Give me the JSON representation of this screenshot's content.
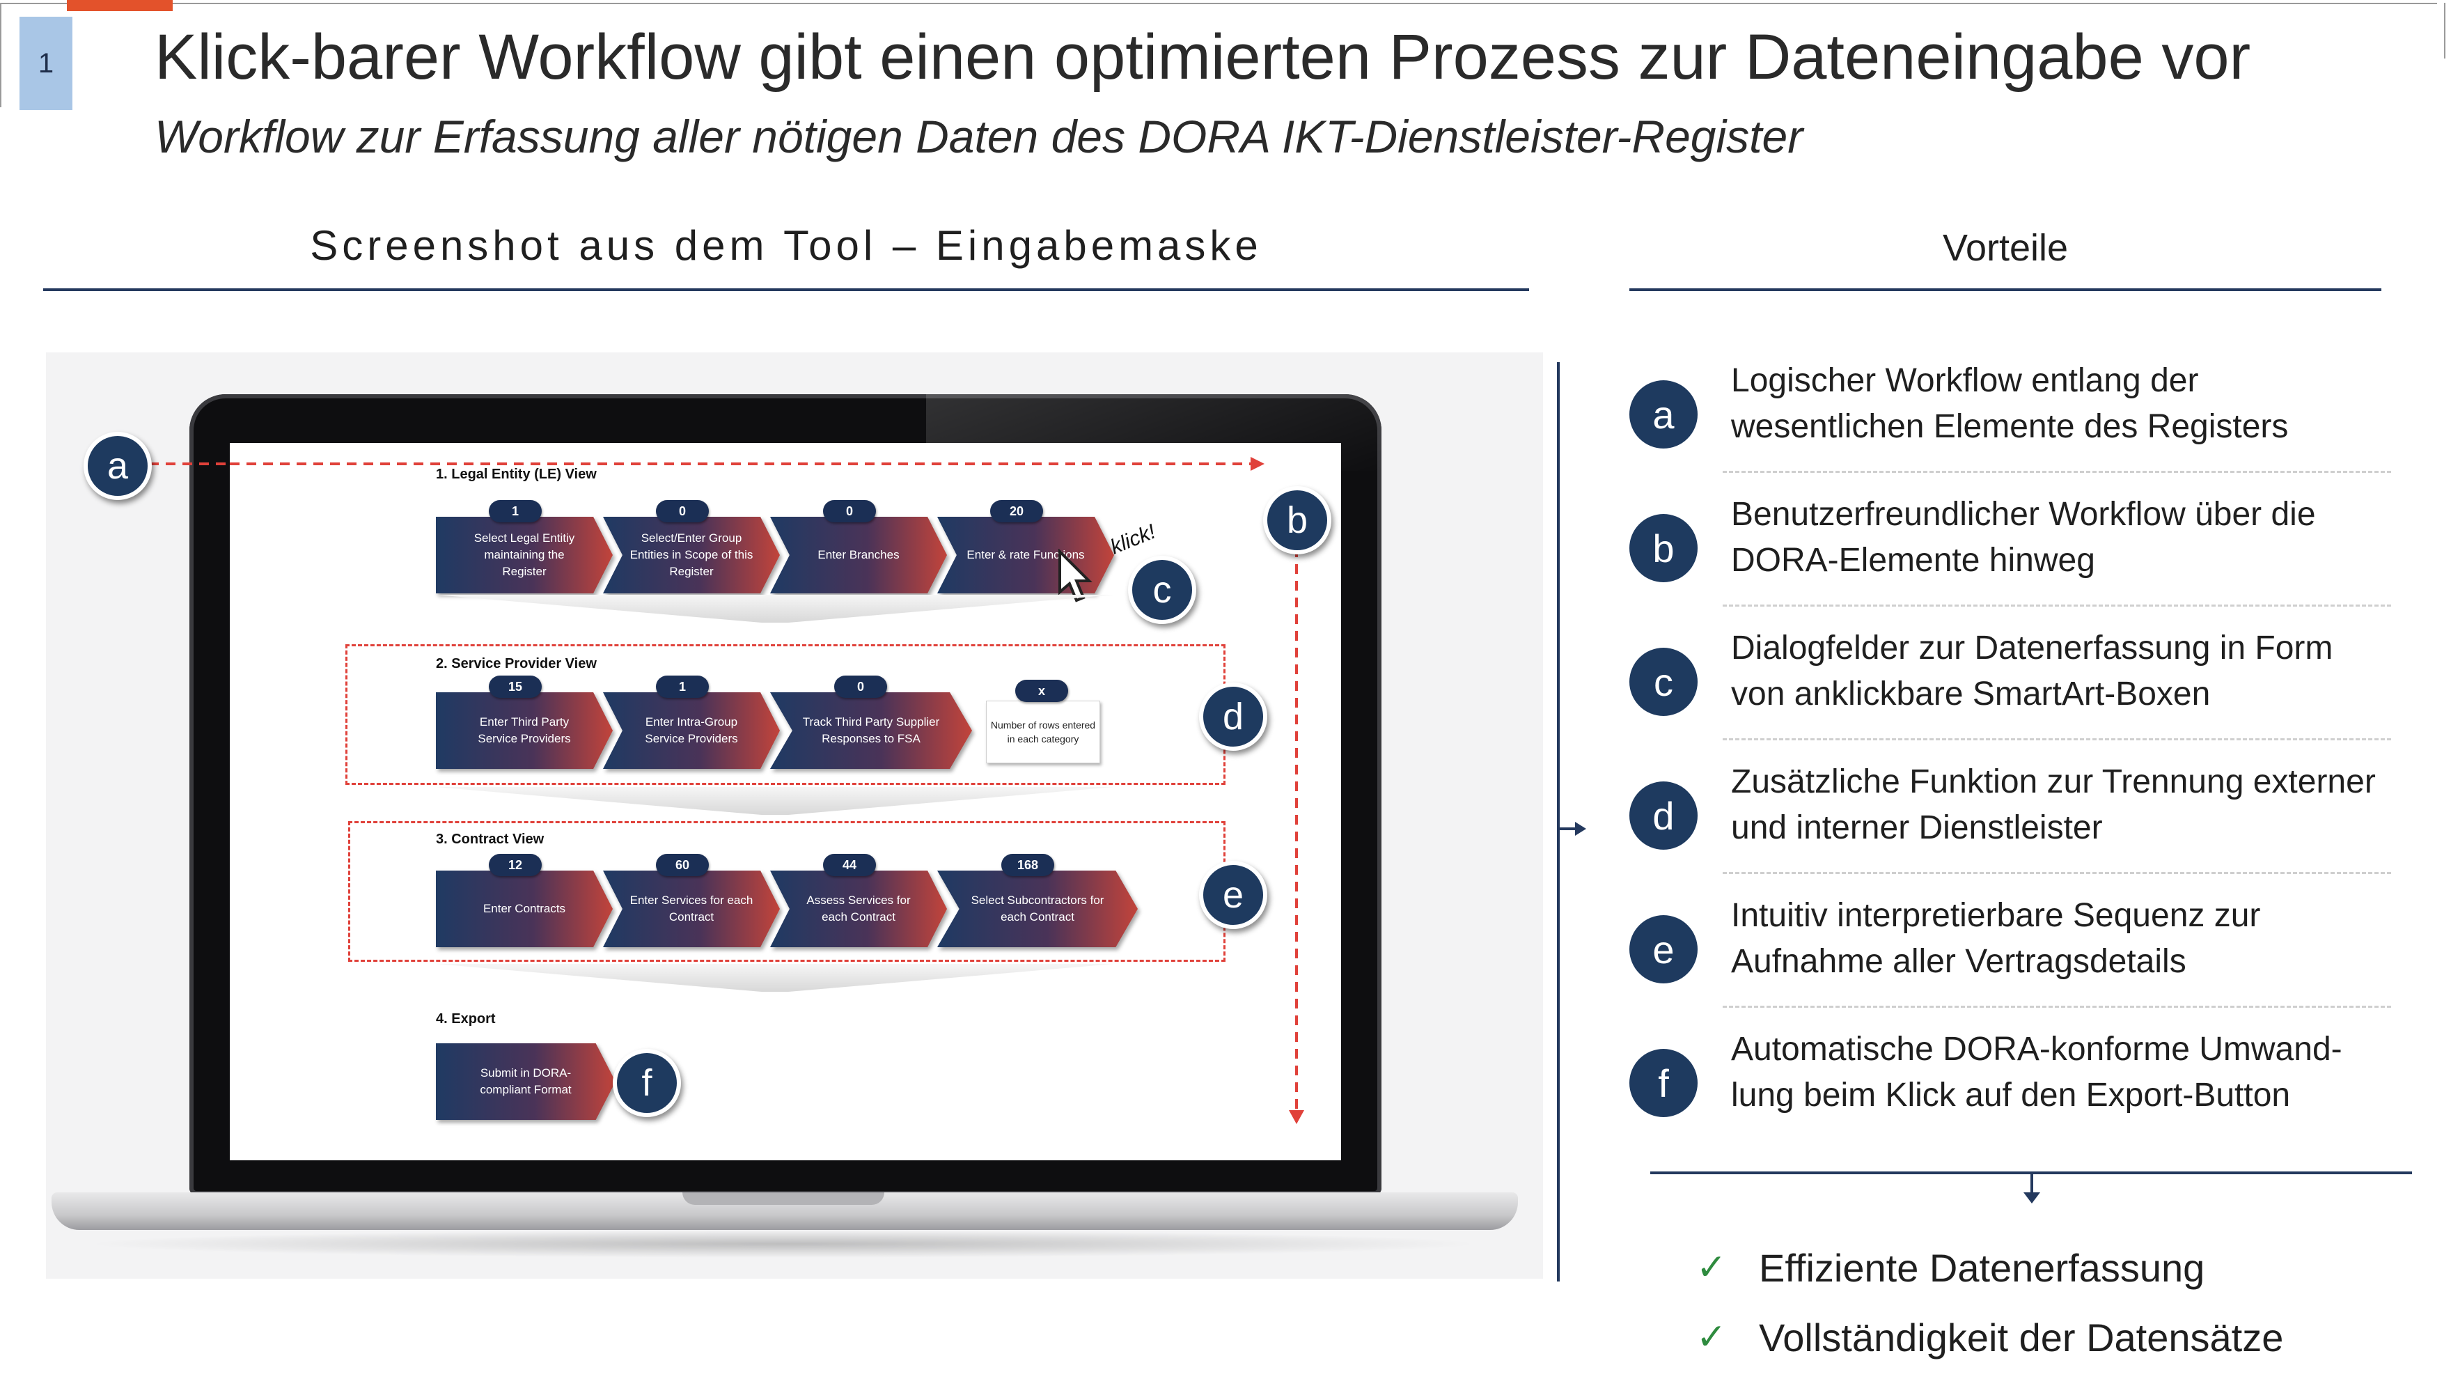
{
  "slide": {
    "page_number": "1",
    "title": "Klick-barer Workflow gibt einen optimierten Prozess zur Dateneingabe vor",
    "subtitle": "Workflow zur Erfassung aller nötigen Daten des DORA IKT-Dienstleister-Register",
    "left_heading": "Screenshot aus dem Tool – Eingabemaske",
    "right_heading": "Vorteile",
    "accent_color": "#e3522b",
    "navy_color": "#1e3a5f"
  },
  "tool": {
    "sections": [
      {
        "label": "1. Legal Entity (LE) View",
        "steps": [
          {
            "count": "1",
            "label": "Select Legal Entitiy maintaining the Register"
          },
          {
            "count": "0",
            "label": "Select/Enter Group Entities in Scope of this Register"
          },
          {
            "count": "0",
            "label": "Enter Branches"
          },
          {
            "count": "20",
            "label": "Enter & rate Functions"
          }
        ]
      },
      {
        "label": "2. Service Provider View",
        "steps": [
          {
            "count": "15",
            "label": "Enter Third Party Service Providers"
          },
          {
            "count": "1",
            "label": "Enter Intra-Group Service Providers"
          },
          {
            "count": "0",
            "label": "Track Third Party Supplier Responses to FSA"
          }
        ],
        "legend": {
          "count": "x",
          "label": "Number of rows entered in each category"
        }
      },
      {
        "label": "3. Contract View",
        "steps": [
          {
            "count": "12",
            "label": "Enter Contracts"
          },
          {
            "count": "60",
            "label": "Enter Services for each Contract"
          },
          {
            "count": "44",
            "label": "Assess Services for each Contract"
          },
          {
            "count": "168",
            "label": "Select Subcontractors for each Contract"
          }
        ]
      },
      {
        "label": "4. Export",
        "steps": [
          {
            "label": "Submit in DORA-compliant Format"
          }
        ]
      }
    ],
    "click_label": "klick!",
    "markers": {
      "a": "a",
      "b": "b",
      "c": "c",
      "d": "d",
      "e": "e",
      "f": "f"
    }
  },
  "advantages": [
    {
      "letter": "a",
      "text": "Logischer Workflow entlang der wesentlichen Elemente des Registers"
    },
    {
      "letter": "b",
      "text": "Benutzerfreundlicher Workflow über die DORA-Elemente hinweg"
    },
    {
      "letter": "c",
      "text": "Dialogfelder zur Datenerfassung in Form von anklickbare SmartArt-Boxen"
    },
    {
      "letter": "d",
      "text": "Zusätzliche Funktion zur Trennung externer und interner Dienstleister"
    },
    {
      "letter": "e",
      "text": "Intuitiv interpretierbare Sequenz zur Aufnahme aller Vertragsdetails"
    },
    {
      "letter": "f",
      "text": "Automatische DORA-konforme Umwand-lung beim Klick auf den Export-Button"
    }
  ],
  "benefits": [
    {
      "icon": "checkmark-icon",
      "text": "Effiziente Datenerfassung"
    },
    {
      "icon": "checkmark-icon",
      "text": "Vollständigkeit der Datensätze"
    }
  ]
}
